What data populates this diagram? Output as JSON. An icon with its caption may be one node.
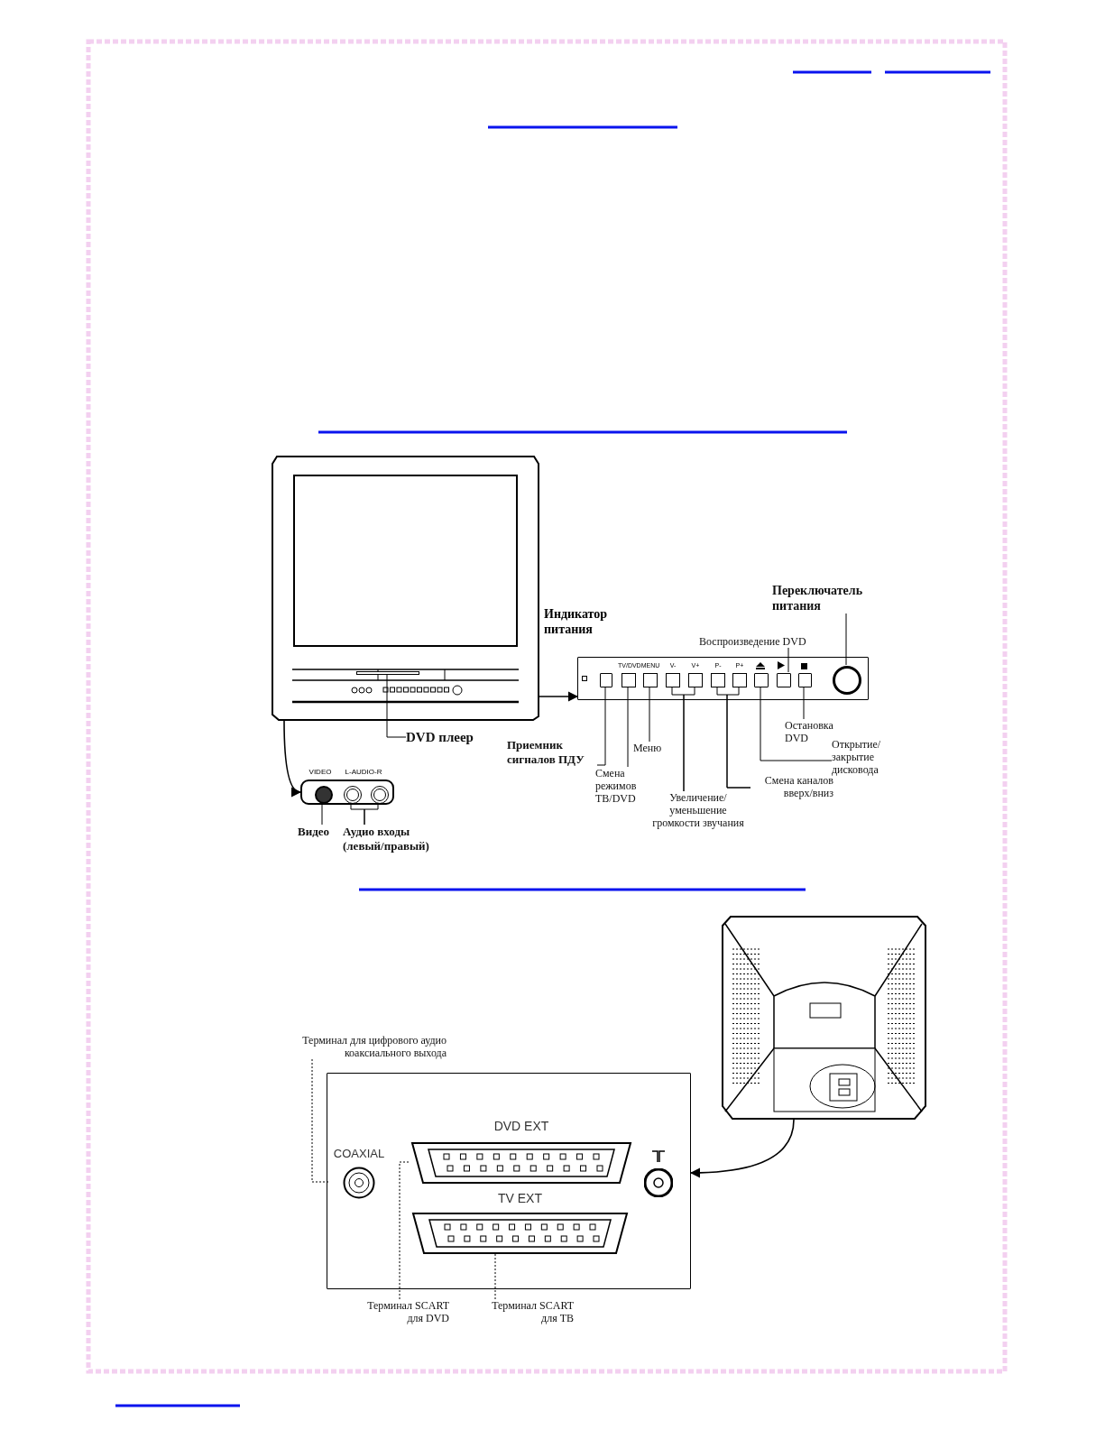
{
  "diagram": {
    "nodes": [
      {
        "text": [],
        "shape": "picture"
      },
      {
        "text": [],
        "shape": "box"
      },
      {
        "text": [],
        "shape": "box",
        "in": 1
      },
      {
        "text": [
          "TV/DVD"
        ],
        "in": 1
      },
      {
        "text": [
          "MENU"
        ],
        "in": 1
      },
      {
        "text": [
          "V-"
        ],
        "in": 1
      },
      {
        "text": [
          "V+"
        ],
        "in": 1
      },
      {
        "text": [
          "P-"
        ],
        "in": 1
      },
      {
        "text": [
          "P+"
        ],
        "in": 1
      },
      {
        "text": [],
        "shape": "box",
        "in": 1
      },
      {
        "text": [],
        "shape": "box",
        "in": 1
      },
      {
        "text": [],
        "shape": "box",
        "in": 1
      },
      {
        "text": [],
        "shape": "circle",
        "in": 1
      },
      {
        "text": [],
        "shape": "box"
      },
      {
        "text": [],
        "shape": "circle",
        "in": 13
      },
      {
        "text": [],
        "shape": "circle",
        "in": 13
      },
      {
        "text": [],
        "shape": "circle",
        "in": 13
      },
      {
        "text": [
          "DVD плеер"
        ]
      },
      {
        "text": [
          "Приемник сигналов ПДУ"
        ]
      },
      {
        "text": [
          "Смена режимов ТВ/DVD"
        ]
      },
      {
        "text": [
          "Меню"
        ]
      },
      {
        "text": [
          "Увеличение/ уменьшение громкости звучания"
        ]
      },
      {
        "text": [
          "Смена каналов вверх/вниз"
        ]
      },
      {
        "text": [
          "Открытие/ закрытие дисковода"
        ]
      },
      {
        "text": [
          "Воспроизведение DVD"
        ]
      },
      {
        "text": [
          "Остановка DVD"
        ]
      },
      {
        "text": [
          "Переключатель питания"
        ]
      },
      {
        "text": [
          "Видео"
        ]
      },
      {
        "text": [
          "Аудио входы (левый/правый)"
        ]
      },
      {
        "text": [],
        "shape": "picture"
      },
      {
        "text": [],
        "shape": "box"
      },
      {
        "text": [
          "COAXIAL"
        ],
        "in": 30
      },
      {
        "text": [
          "DVD EXT"
        ],
        "in": 30
      },
      {
        "text": [
          "TV EXT"
        ],
        "in": 30
      },
      {
        "text": [],
        "shape": "circle",
        "in": 30
      },
      {
        "text": [
          "Терминал для цифрового аудио коаксиального выхода"
        ]
      },
      {
        "text": [
          "Терминал SCART для DVD"
        ]
      },
      {
        "text": [
          "Терминал SCART для ТВ"
        ]
      },
      {
        "text": [],
        "shape": "bar",
        "in": 0
      }
    ],
    "edges": [
      {
        "from": 0,
        "to": 1,
        "arrow": "to"
      },
      {
        "from": 0,
        "to": 13,
        "arrow": "to"
      },
      {
        "from": 17,
        "to": 38,
        "arrow": "none"
      },
      {
        "from": 18,
        "to": 2,
        "arrow": "none"
      },
      {
        "from": 19,
        "to": 3,
        "arrow": "none"
      },
      {
        "from": 20,
        "to": 4,
        "arrow": "none"
      },
      {
        "from": 21,
        "to": 5,
        "arrow": "none"
      },
      {
        "from": 21,
        "to": 6,
        "arrow": "none"
      },
      {
        "from": 22,
        "to": 7,
        "arrow": "none"
      },
      {
        "from": 22,
        "to": 8,
        "arrow": "none"
      },
      {
        "from": 23,
        "to": 9,
        "arrow": "none"
      },
      {
        "from": 24,
        "to": 10,
        "arrow": "none"
      },
      {
        "from": 25,
        "to": 11,
        "arrow": "none"
      },
      {
        "from": 26,
        "to": 12,
        "arrow": "none"
      },
      {
        "from": 27,
        "to": 14,
        "arrow": "none"
      },
      {
        "from": 28,
        "to": 15,
        "arrow": "none"
      },
      {
        "from": 28,
        "to": 16,
        "arrow": "none"
      },
      {
        "from": 29,
        "to": 30,
        "arrow": "to"
      },
      {
        "from": 35,
        "to": 31,
        "arrow": "none",
        "style": "dashed"
      },
      {
        "from": 36,
        "to": 32,
        "arrow": "none",
        "style": "dashed"
      },
      {
        "from": 37,
        "to": 33,
        "arrow": "none",
        "style": "dashed"
      }
    ],
    "labels": [
      "Индикатор питания",
      "VIDEO",
      "L-AUDIO-R"
    ]
  }
}
